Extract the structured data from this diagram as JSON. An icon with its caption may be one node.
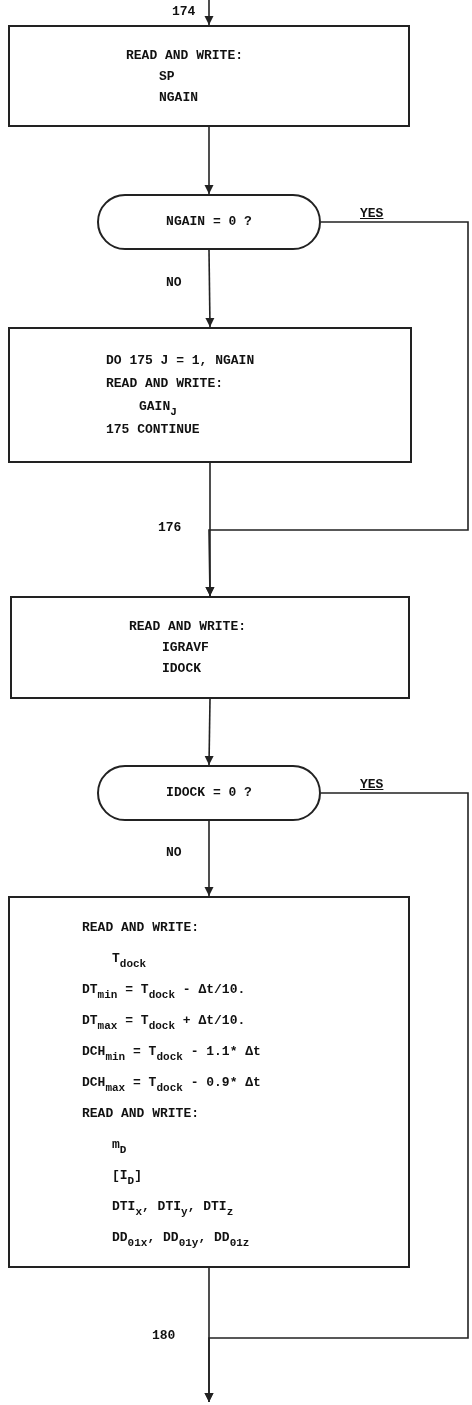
{
  "diagram": {
    "nodes": [
      {
        "text": [
          "READ AND WRITE:",
          "SP",
          "NGAIN"
        ]
      },
      {
        "text": [
          "NGAIN = 0 ?"
        ]
      },
      {
        "text": [
          "DO 175 J = 1, NGAIN",
          "READ AND WRITE:",
          "GAIN$_{J}$",
          "175 CONTINUE"
        ]
      },
      {
        "text": [
          "READ AND WRITE:",
          "IGRAVF",
          "IDOCK"
        ]
      },
      {
        "text": [
          "IDOCK = 0 ?"
        ]
      },
      {
        "text": [
          "READ AND WRITE:",
          "T$_{dock}$",
          "DT$_{min}$ = T$_{dock}$ - Δt/10.",
          "DT$_{max}$ = T$_{dock}$ + Δt/10.",
          "DCH$_{min}$ = T$_{dock}$ - 1.1* Δt",
          "DCH$_{max}$ = T$_{dock}$ - 0.9* Δt",
          "READ AND WRITE:",
          "m$_{D}$",
          "[I$_{D}$]",
          "DTI$_{x}$, DTI$_{y}$, DTI$_{z}$",
          "DD$_{01x}$, DD$_{01y}$, DD$_{01z}$"
        ]
      }
    ],
    "edges": [
      {
        "from": null,
        "to": 0,
        "arrow": "to",
        "label": "174"
      },
      {
        "from": 0,
        "to": 1,
        "arrow": "to"
      },
      {
        "from": 1,
        "to": 2,
        "arrow": "to",
        "label": "NO"
      },
      {
        "from": 2,
        "to": 3,
        "arrow": "to"
      },
      {
        "from": 1,
        "to": 3,
        "arrow": "to",
        "label": "YES"
      },
      {
        "from": 3,
        "to": 4,
        "arrow": "to"
      },
      {
        "from": 4,
        "to": 5,
        "arrow": "to",
        "label": "NO"
      },
      {
        "from": 4,
        "to": null,
        "arrow": "to",
        "label": "YES"
      },
      {
        "from": 5,
        "to": null,
        "arrow": "to"
      }
    ],
    "labels": [
      "176",
      "180"
    ]
  }
}
